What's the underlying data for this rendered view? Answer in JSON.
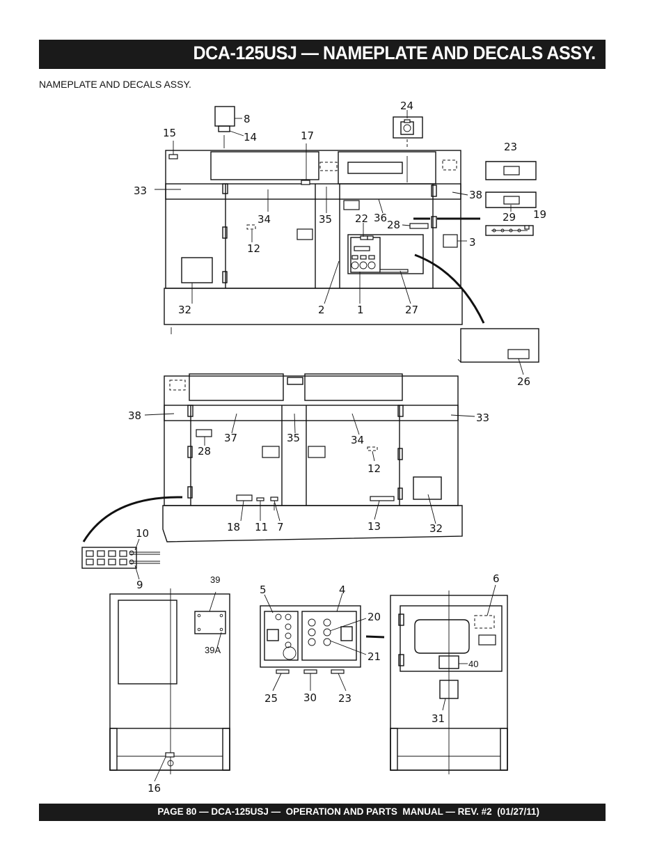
{
  "header": {
    "title": "DCA-125USJ — NAMEPLATE AND DECALS ASSY."
  },
  "section": {
    "subtitle": "NAMEPLATE AND DECALS ASSY."
  },
  "footer": {
    "text": "PAGE 80 — DCA-125USJ —  OPERATION AND PARTS  MANUAL — REV. #2  (01/27/11)"
  },
  "diagram": {
    "callouts": {
      "c1": "1",
      "c2": "2",
      "c3": "3",
      "c4": "4",
      "c5": "5",
      "c6": "6",
      "c7": "7",
      "c8": "8",
      "c9": "9",
      "c10": "10",
      "c11": "11",
      "c12": "12",
      "c12b": "12",
      "c13": "13",
      "c14": "14",
      "c15": "15",
      "c16": "16",
      "c17": "17",
      "c18": "18",
      "c19": "19",
      "c20": "20",
      "c21": "21",
      "c22": "22",
      "c23": "23",
      "c23b": "23",
      "c24": "24",
      "c25": "25",
      "c26": "26",
      "c27": "27",
      "c28": "28",
      "c28b": "28",
      "c29": "29",
      "c30": "30",
      "c31": "31",
      "c32": "32",
      "c32b": "32",
      "c33": "33",
      "c33b": "33",
      "c34": "34",
      "c34b": "34",
      "c35": "35",
      "c35b": "35",
      "c36": "36",
      "c37": "37",
      "c38": "38",
      "c38b": "38",
      "c39": "39",
      "c39a": "39A",
      "c40": "40"
    }
  }
}
